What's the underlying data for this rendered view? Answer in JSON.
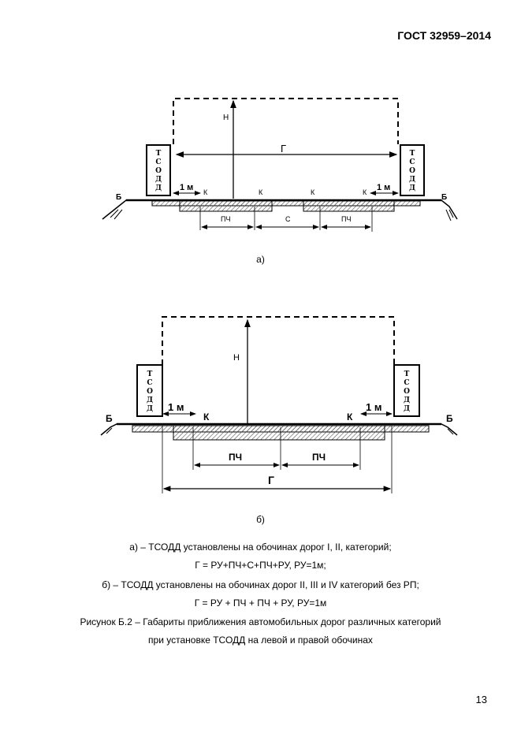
{
  "header": {
    "doc_id": "ГОСТ 32959–2014"
  },
  "figure_a": {
    "label_b": "Б",
    "label_k": "К",
    "label_h": "Н",
    "label_g": "Г",
    "label_1m": "1 м",
    "label_pch": "ПЧ",
    "label_c": "С",
    "tsodd": [
      "Т",
      "С",
      "О",
      "Д",
      "Д"
    ],
    "sublabel": "а)"
  },
  "figure_b": {
    "label_b": "Б",
    "label_k": "К",
    "label_h": "Н",
    "label_g": "Г",
    "label_1m": "1 м",
    "label_pch": "ПЧ",
    "tsodd": [
      "Т",
      "С",
      "О",
      "Д",
      "Д"
    ],
    "sublabel": "б)"
  },
  "caption": {
    "line1": "а) – ТСОДД установлены на обочинах дорог I, II, категорий;",
    "line2": "Г = РУ+ПЧ+С+ПЧ+РУ,  РУ=1м;",
    "line3": "б) – ТСОДД установлены на обочинах дорог II, III и IV категорий без РП;",
    "line4": "Г = РУ + ПЧ + ПЧ + РУ,  РУ=1м",
    "line5": "Рисунок Б.2 – Габариты приближения автомобильных дорог различных категорий",
    "line6": "при установке ТСОДД на левой и правой обочинах"
  },
  "page_number": "13"
}
